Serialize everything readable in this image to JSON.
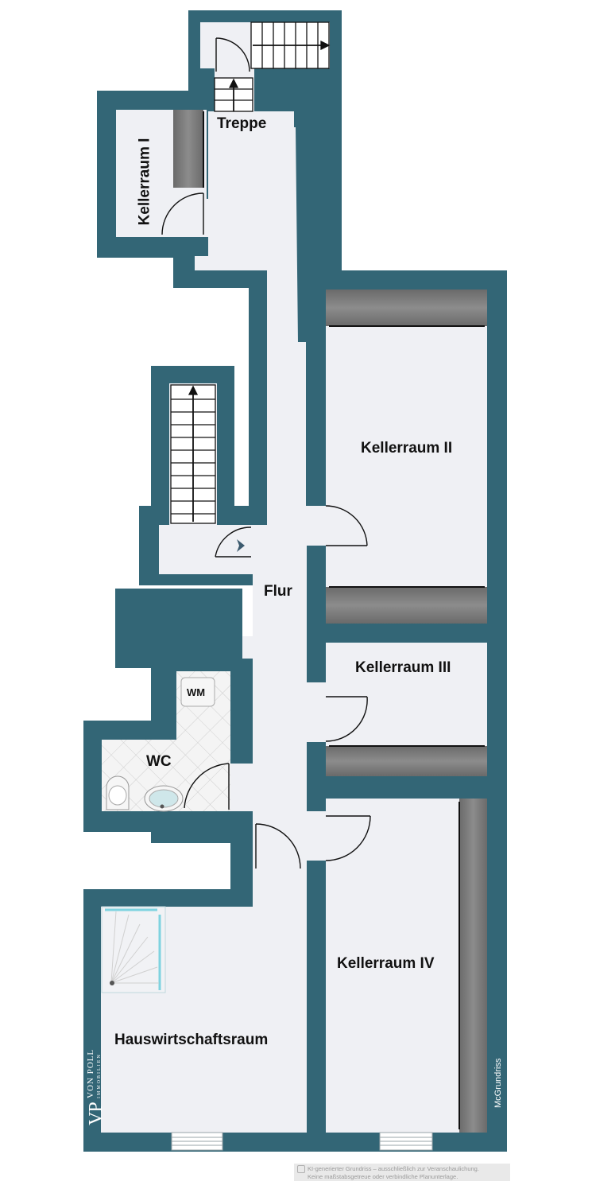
{
  "plan": {
    "rooms": {
      "treppe": "Treppe",
      "kellerraum1": "Kellerraum I",
      "kellerraum2": "Kellerraum II",
      "flur": "Flur",
      "kellerraum3": "Kellerraum III",
      "wc": "WC",
      "wm": "WM",
      "kellerraum4": "Kellerraum IV",
      "hauswirtschaftsraum": "Hauswirtschaftsraum"
    },
    "branding": {
      "logo_mark": "VP",
      "logo_name": "VON POLL",
      "logo_sub": "IMMOBILIEN",
      "credit": "McGrundriss"
    },
    "disclaimer": {
      "line1": "KI-generierter Grundriss – ausschließlich zur Veranschaulichung.",
      "line2": "Keine maßstabsgetreue oder verbindliche Planunterlage."
    },
    "colors": {
      "wall": "#336676",
      "floor": "#eff0f4",
      "cabinet": "#7c7c7c",
      "tile": "#f2f2f2"
    }
  }
}
